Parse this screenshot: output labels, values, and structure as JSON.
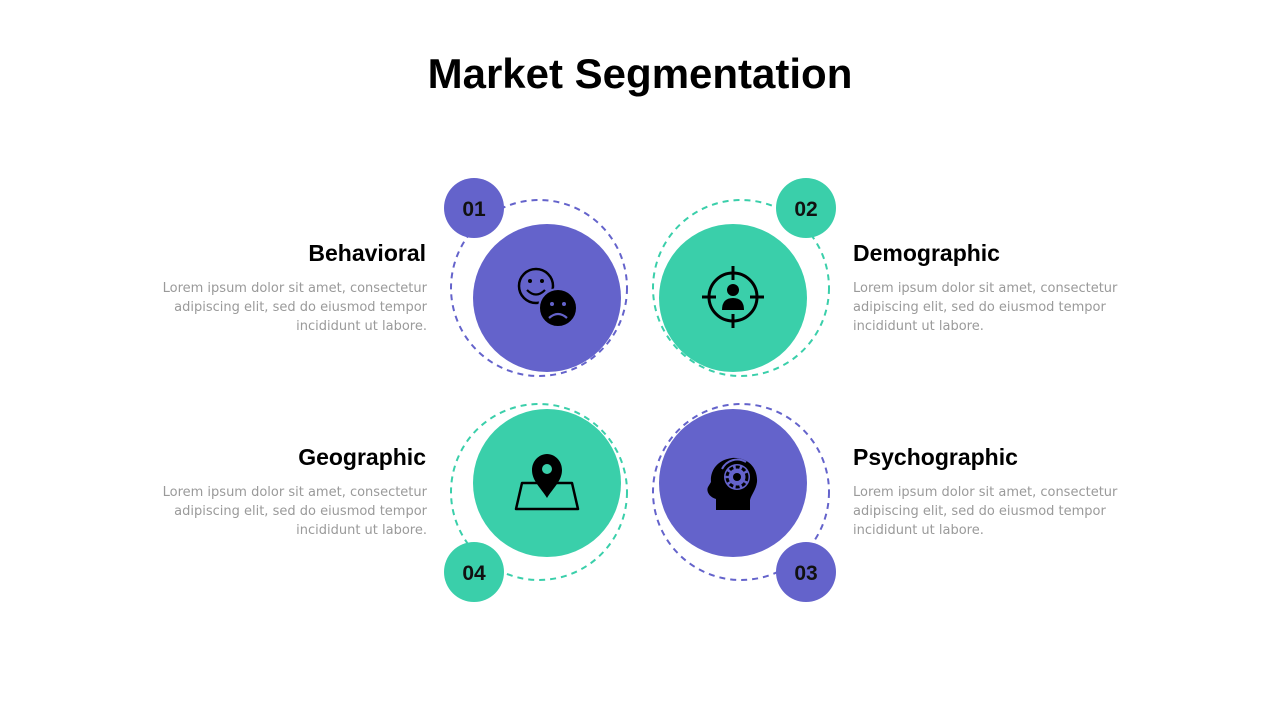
{
  "title": "Market Segmentation",
  "colors": {
    "purple": "#6463CB",
    "green": "#3ACFAA",
    "icon": "#000000"
  },
  "segments": [
    {
      "number": "01",
      "heading": "Behavioral",
      "description": "Lorem ipsum dolor sit amet, consectetur adipiscing elit, sed do eiusmod tempor incididunt ut labore.",
      "icon": "emotions-icon"
    },
    {
      "number": "02",
      "heading": "Demographic",
      "description": "Lorem ipsum dolor sit amet, consectetur adipiscing elit, sed do eiusmod tempor incididunt ut labore.",
      "icon": "target-person-icon"
    },
    {
      "number": "03",
      "heading": "Psychographic",
      "description": "Lorem ipsum dolor sit amet, consectetur adipiscing elit, sed do eiusmod tempor incididunt ut labore.",
      "icon": "mind-gear-icon"
    },
    {
      "number": "04",
      "heading": "Geographic",
      "description": "Lorem ipsum dolor sit amet, consectetur adipiscing elit, sed do eiusmod tempor incididunt ut labore.",
      "icon": "map-pin-icon"
    }
  ]
}
